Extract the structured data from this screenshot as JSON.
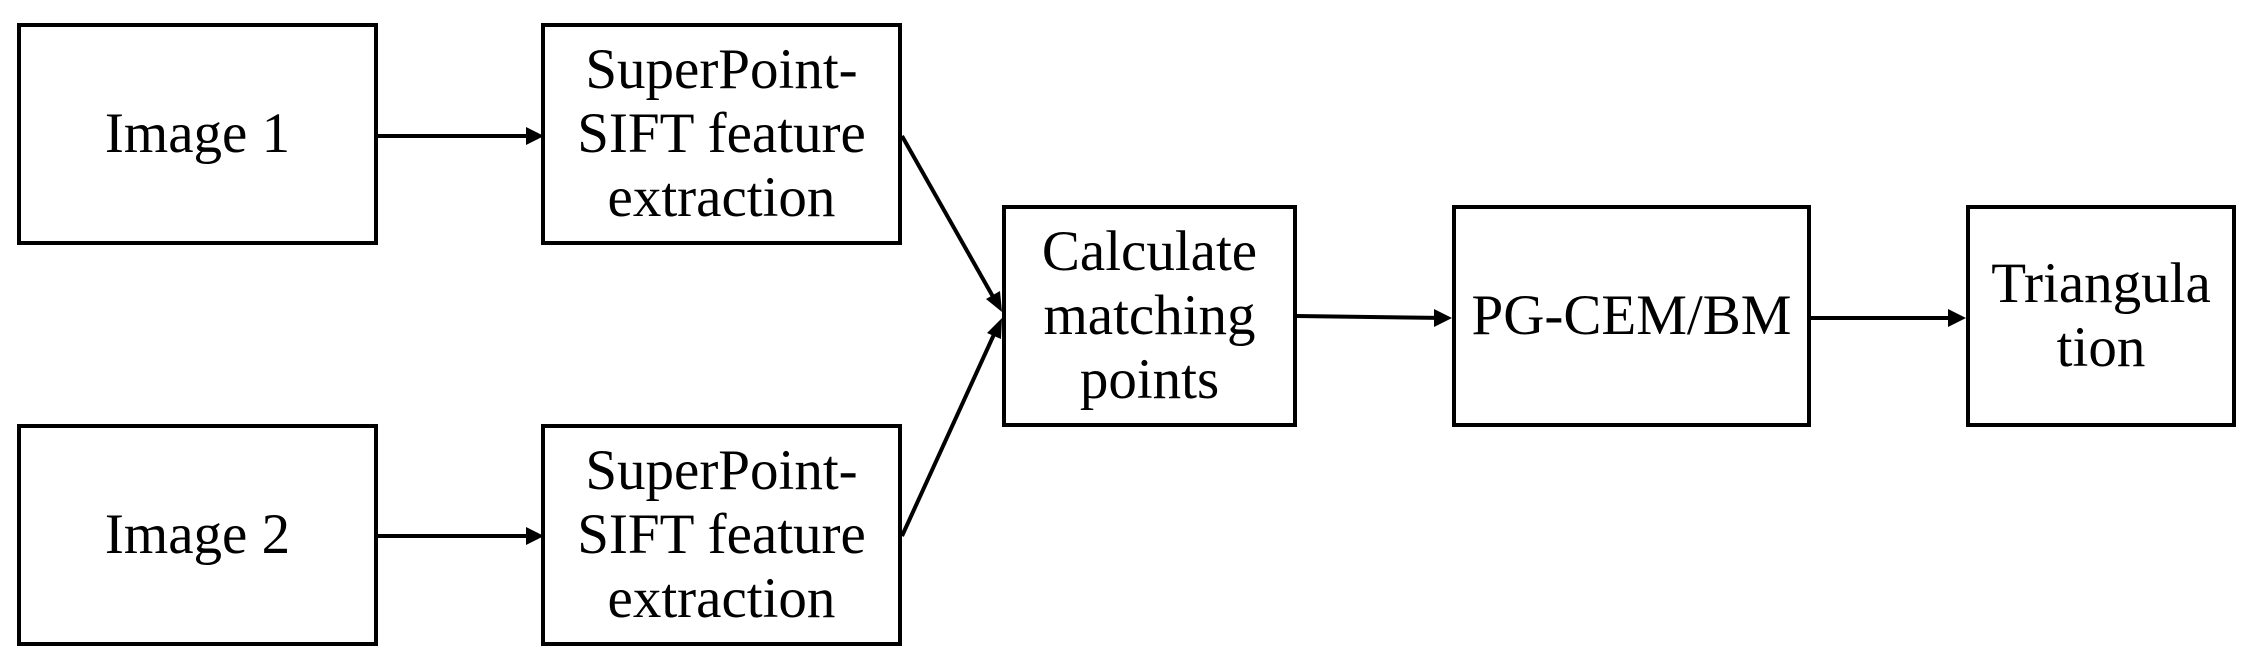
{
  "nodes": {
    "image1": "Image 1",
    "image2": "Image 2",
    "extract1": "SuperPoint-\nSIFT feature\nextraction",
    "extract2": "SuperPoint-\nSIFT feature\nextraction",
    "match": "Calculate\nmatching\npoints",
    "pgcem": "PG-CEM/BM",
    "triangulation": "Triangula\ntion"
  },
  "edges": [
    {
      "from": "image1",
      "to": "extract1"
    },
    {
      "from": "image2",
      "to": "extract2"
    },
    {
      "from": "extract1",
      "to": "match"
    },
    {
      "from": "extract2",
      "to": "match"
    },
    {
      "from": "match",
      "to": "pgcem"
    },
    {
      "from": "pgcem",
      "to": "triangulation"
    }
  ],
  "colors": {
    "stroke": "#000000",
    "background": "#ffffff"
  }
}
